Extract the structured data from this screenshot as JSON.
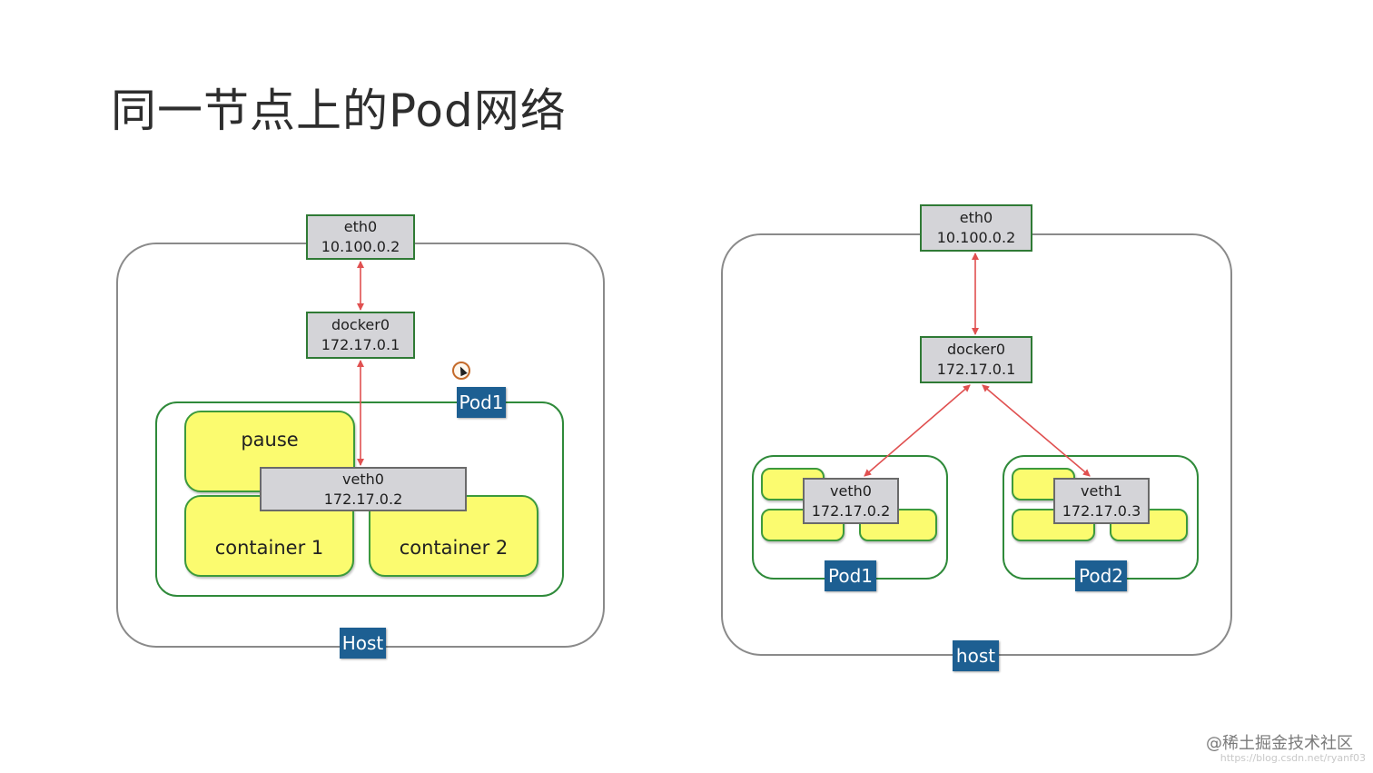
{
  "title": "同一节点上的Pod网络",
  "colors": {
    "host_border": "#8a8a8a",
    "pod_border": "#2f8a3a",
    "container_fill": "#fbfb6f",
    "netbox_fill": "#d4d4d8",
    "tag_fill": "#1d5f92",
    "link_color": "#e05050"
  },
  "left": {
    "eth0": {
      "name": "eth0",
      "ip": "10.100.0.2"
    },
    "docker0": {
      "name": "docker0",
      "ip": "172.17.0.1"
    },
    "pod_tag": "Pod1",
    "pause": "pause",
    "veth0": {
      "name": "veth0",
      "ip": "172.17.0.2"
    },
    "container1": "container 1",
    "container2": "container 2",
    "host_tag": "Host"
  },
  "right": {
    "eth0": {
      "name": "eth0",
      "ip": "10.100.0.2"
    },
    "docker0": {
      "name": "docker0",
      "ip": "172.17.0.1"
    },
    "pod1": {
      "veth": {
        "name": "veth0",
        "ip": "172.17.0.2"
      },
      "tag": "Pod1"
    },
    "pod2": {
      "veth": {
        "name": "veth1",
        "ip": "172.17.0.3"
      },
      "tag": "Pod2"
    },
    "host_tag": "host"
  },
  "watermark": "@稀土掘金技术社区",
  "watermark_url": "https://blog.csdn.net/ryanf03",
  "icons": [
    "cursor-icon"
  ]
}
